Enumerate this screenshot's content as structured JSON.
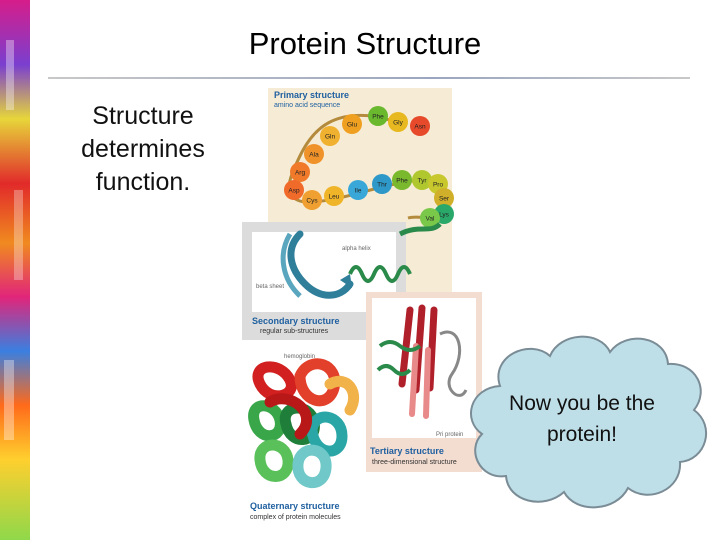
{
  "slide": {
    "title": "Protein Structure",
    "subtitle": "Structure determines function.",
    "callout": "Now you be the protein!"
  },
  "figure": {
    "primary": {
      "title": "Primary structure",
      "sub": "amino acid sequence"
    },
    "secondary": {
      "title": "Secondary structure",
      "sub": "regular sub-structures",
      "alpha": "alpha helix",
      "beta": "beta sheet"
    },
    "tertiary": {
      "title": "Tertiary structure",
      "sub": "three-dimensional structure",
      "label": "Pri protein"
    },
    "quaternary": {
      "title": "Quaternary structure",
      "sub": "complex of protein molecules",
      "label": "hemoglobin"
    },
    "amino_acids": [
      "Gly",
      "Phe",
      "Glu",
      "Asn",
      "Gln",
      "Ala",
      "Arg",
      "Asp",
      "Cys",
      "Leu",
      "Ile",
      "Thr",
      "Phe",
      "Tyr",
      "Pro",
      "Ser",
      "Lys",
      "Val"
    ]
  },
  "colors": {
    "accent_text": "#2060a0",
    "cloud_fill": "#bfdfe8",
    "cloud_stroke": "#7a8c96",
    "panel_bg": "#f6ecd6"
  }
}
